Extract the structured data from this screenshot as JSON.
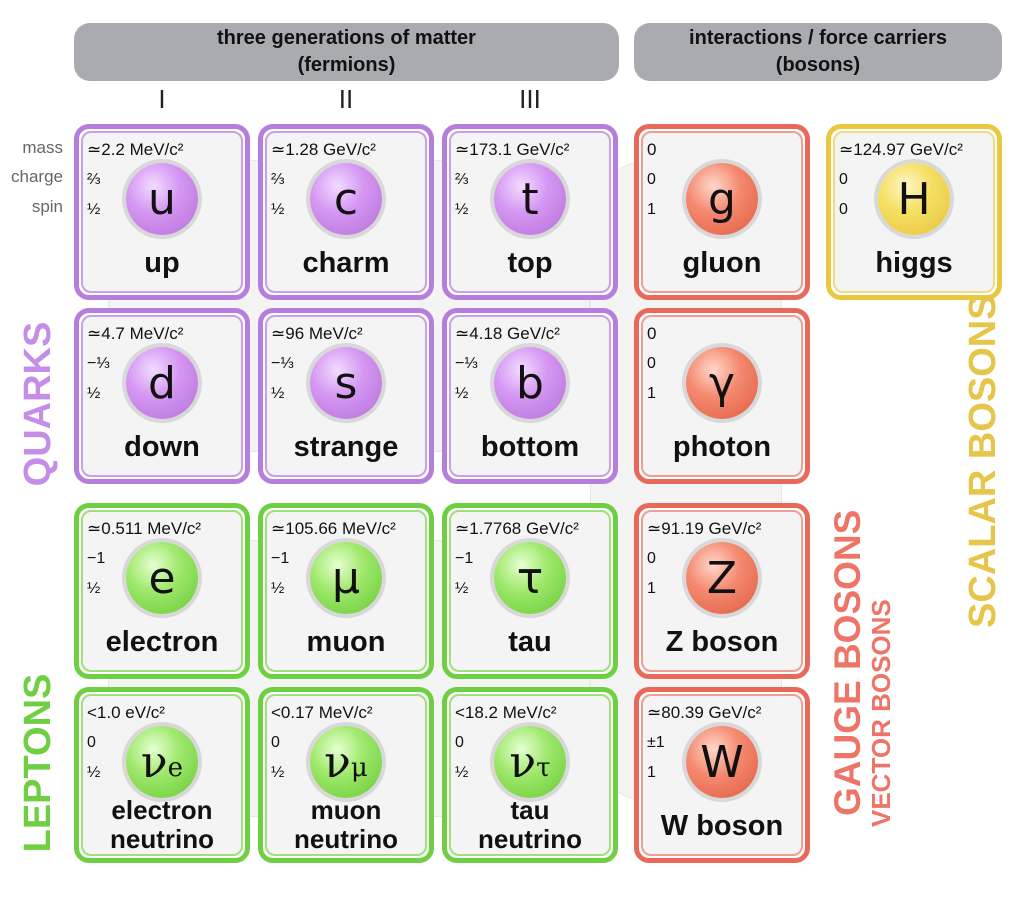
{
  "headers": {
    "fermions_line1": "three generations of matter",
    "fermions_line2": "(fermions)",
    "bosons_line1": "interactions / force carriers",
    "bosons_line2": "(bosons)"
  },
  "generations": [
    "I",
    "II",
    "III"
  ],
  "row_labels": {
    "mass": "mass",
    "charge": "charge",
    "spin": "spin"
  },
  "side_labels": {
    "quarks": "QUARKS",
    "leptons": "LEPTONS",
    "gauge_bosons": "GAUGE BOSONS",
    "vector_bosons": "VECTOR BOSONS",
    "scalar_bosons": "SCALAR BOSONS"
  },
  "colors": {
    "quark": "#b57edc",
    "lepton": "#6fcf42",
    "gauge": "#e8695a",
    "scalar": "#e8c83e"
  },
  "particles": {
    "up": {
      "mass": "≃2.2 MeV/c²",
      "charge": "⅔",
      "spin": "½",
      "symbol": "u",
      "name": "up"
    },
    "charm": {
      "mass": "≃1.28 GeV/c²",
      "charge": "⅔",
      "spin": "½",
      "symbol": "c",
      "name": "charm"
    },
    "top": {
      "mass": "≃173.1 GeV/c²",
      "charge": "⅔",
      "spin": "½",
      "symbol": "t",
      "name": "top"
    },
    "gluon": {
      "mass": "0",
      "charge": "0",
      "spin": "1",
      "symbol": "g",
      "name": "gluon"
    },
    "higgs": {
      "mass": "≃124.97 GeV/c²",
      "charge": "0",
      "spin": "0",
      "symbol": "H",
      "name": "higgs"
    },
    "down": {
      "mass": "≃4.7 MeV/c²",
      "charge": "−⅓",
      "spin": "½",
      "symbol": "d",
      "name": "down"
    },
    "strange": {
      "mass": "≃96 MeV/c²",
      "charge": "−⅓",
      "spin": "½",
      "symbol": "s",
      "name": "strange"
    },
    "bottom": {
      "mass": "≃4.18 GeV/c²",
      "charge": "−⅓",
      "spin": "½",
      "symbol": "b",
      "name": "bottom"
    },
    "photon": {
      "mass": "0",
      "charge": "0",
      "spin": "1",
      "symbol": "γ",
      "name": "photon"
    },
    "electron": {
      "mass": "≃0.511 MeV/c²",
      "charge": "−1",
      "spin": "½",
      "symbol": "e",
      "name": "electron"
    },
    "muon": {
      "mass": "≃105.66 MeV/c²",
      "charge": "−1",
      "spin": "½",
      "symbol": "μ",
      "name": "muon"
    },
    "tau": {
      "mass": "≃1.7768 GeV/c²",
      "charge": "−1",
      "spin": "½",
      "symbol": "τ",
      "name": "tau"
    },
    "zboson": {
      "mass": "≃91.19 GeV/c²",
      "charge": "0",
      "spin": "1",
      "symbol": "Z",
      "name": "Z boson"
    },
    "nue": {
      "mass": "<1.0 eV/c²",
      "charge": "0",
      "spin": "½",
      "symbol": "ν",
      "sub": "e",
      "name1": "electron",
      "name2": "neutrino"
    },
    "numu": {
      "mass": "<0.17 MeV/c²",
      "charge": "0",
      "spin": "½",
      "symbol": "ν",
      "sub": "μ",
      "name1": "muon",
      "name2": "neutrino"
    },
    "nutau": {
      "mass": "<18.2 MeV/c²",
      "charge": "0",
      "spin": "½",
      "symbol": "ν",
      "sub": "τ",
      "name1": "tau",
      "name2": "neutrino"
    },
    "wboson": {
      "mass": "≃80.39 GeV/c²",
      "charge": "±1",
      "spin": "1",
      "symbol": "W",
      "name": "W boson"
    }
  }
}
